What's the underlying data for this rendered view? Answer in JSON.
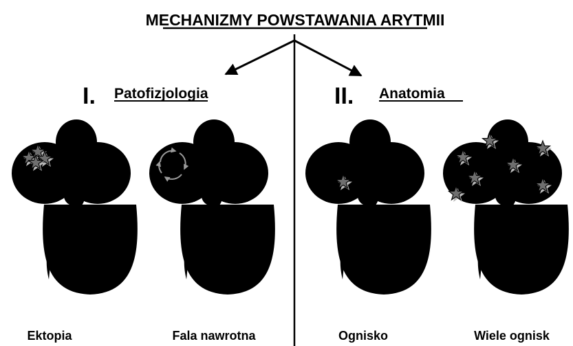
{
  "title": "MECHANIZMY POWSTAWANIA ARYTMII",
  "sections": [
    {
      "numeral": "I.",
      "label": "Patofizjologia"
    },
    {
      "numeral": "II.",
      "label": "Anatomia"
    }
  ],
  "panels": [
    {
      "caption": "Ektopia"
    },
    {
      "caption": "Fala nawrotna"
    },
    {
      "caption": "Ognisko"
    },
    {
      "caption": "Wiele ognisk"
    }
  ],
  "colors": {
    "line": "#000000",
    "star": "#6f6f6f",
    "star_shadow": "#b8b8b8",
    "reentry_arrows": "#9a9a9a"
  }
}
